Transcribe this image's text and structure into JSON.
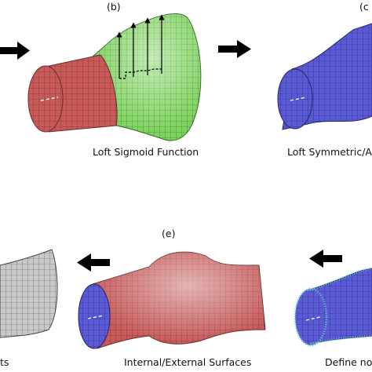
{
  "figure": {
    "panel_b": {
      "letter": "(b)",
      "caption": "Loft Sigmoid Function"
    },
    "panel_c": {
      "letter": "(c",
      "caption": "Loft Symmetric/A"
    },
    "panel_e": {
      "letter": "(e)",
      "caption": "Internal/External Surfaces"
    },
    "panel_d": {
      "caption": "Define no"
    },
    "panel_f": {
      "caption": "ts"
    },
    "colors": {
      "red_surface": "#c85a5a",
      "green_surface": "#7ed35e",
      "blue_surface": "#5a5ad6",
      "gray_surface": "#bdbdbd",
      "cyan_points": "#66c7c7",
      "arrow": "#000000"
    }
  }
}
